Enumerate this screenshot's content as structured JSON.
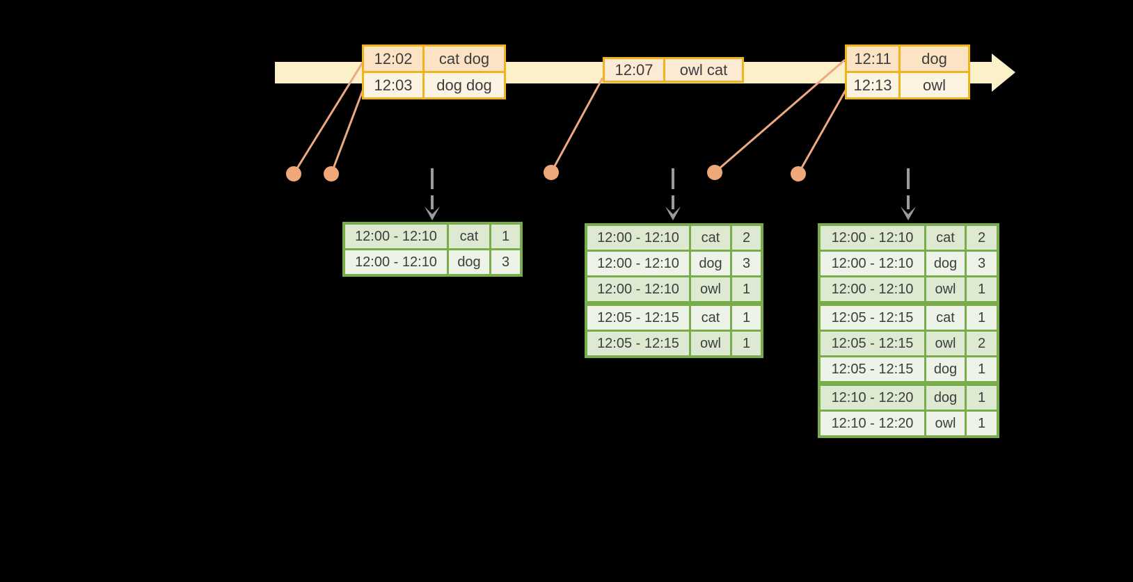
{
  "diagram": {
    "background": "#000000",
    "palette": {
      "timeline_fill": "#fbf1c9",
      "event_table_border": "#f0b31e",
      "event_row_dark": "#fbe3c4",
      "event_row_light": "#fdf3e3",
      "event_row_single": "#fcead4",
      "event_marker": "#efa87a",
      "event_link_line": "#edaa80",
      "result_table_border": "#79ac4b",
      "result_row_dark": "#dde9d1",
      "result_row_light": "#eef3e8",
      "trigger_arrow": "#9c9c9c",
      "text": "#3d3d3d"
    },
    "event_tables": [
      {
        "rows": [
          {
            "time": "12:02",
            "words": "cat dog"
          },
          {
            "time": "12:03",
            "words": "dog dog"
          }
        ]
      },
      {
        "rows": [
          {
            "time": "12:07",
            "words": "owl cat"
          }
        ]
      },
      {
        "rows": [
          {
            "time": "12:11",
            "words": "dog"
          },
          {
            "time": "12:13",
            "words": "owl"
          }
        ]
      }
    ],
    "result_tables": [
      {
        "rows": [
          {
            "window": "12:00 - 12:10",
            "word": "cat",
            "count": "1"
          },
          {
            "window": "12:00 - 12:10",
            "word": "dog",
            "count": "3"
          }
        ]
      },
      {
        "rows": [
          {
            "window": "12:00 - 12:10",
            "word": "cat",
            "count": "2"
          },
          {
            "window": "12:00 - 12:10",
            "word": "dog",
            "count": "3"
          },
          {
            "window": "12:00 - 12:10",
            "word": "owl",
            "count": "1"
          },
          {
            "window": "12:05 - 12:15",
            "word": "cat",
            "count": "1"
          },
          {
            "window": "12:05 - 12:15",
            "word": "owl",
            "count": "1"
          }
        ]
      },
      {
        "rows": [
          {
            "window": "12:00 - 12:10",
            "word": "cat",
            "count": "2"
          },
          {
            "window": "12:00 - 12:10",
            "word": "dog",
            "count": "3"
          },
          {
            "window": "12:00 - 12:10",
            "word": "owl",
            "count": "1"
          },
          {
            "window": "12:05 - 12:15",
            "word": "cat",
            "count": "1"
          },
          {
            "window": "12:05 - 12:15",
            "word": "owl",
            "count": "2"
          },
          {
            "window": "12:05 - 12:15",
            "word": "dog",
            "count": "1"
          },
          {
            "window": "12:10 - 12:20",
            "word": "dog",
            "count": "1"
          },
          {
            "window": "12:10 - 12:20",
            "word": "owl",
            "count": "1"
          }
        ]
      }
    ]
  }
}
